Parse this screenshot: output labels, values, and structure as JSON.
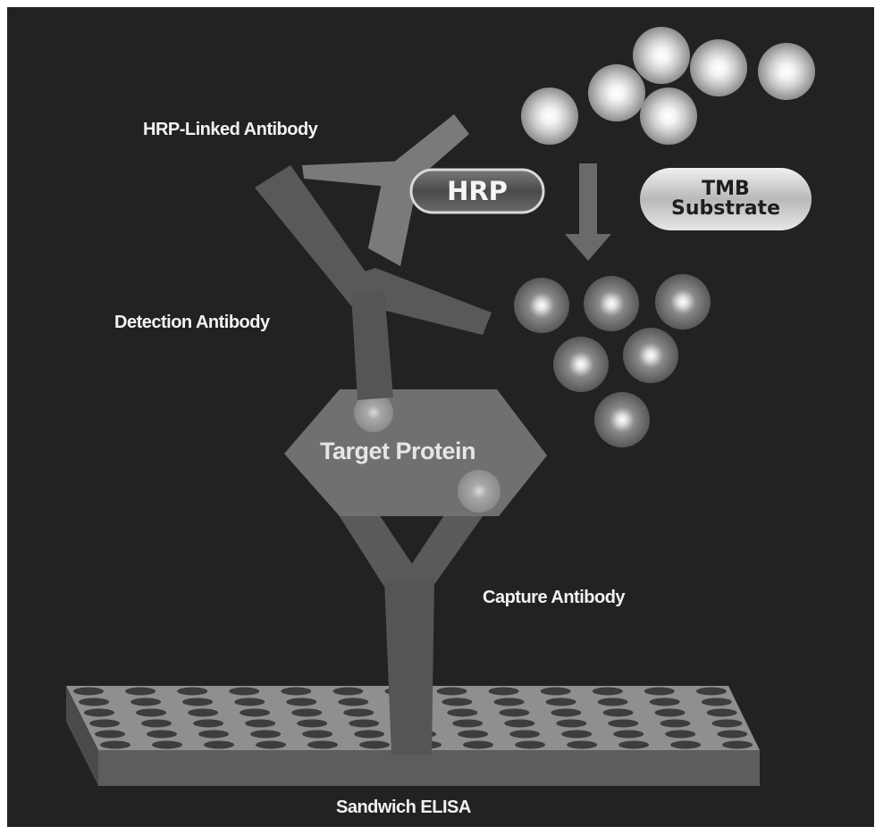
{
  "labels": {
    "hrp_linked_antibody": "HRP-Linked Antibody",
    "detection_antibody": "Detection Antibody",
    "target_protein": "Target Protein",
    "capture_antibody": "Capture Antibody",
    "footer": "Sandwich ELISA"
  },
  "badges": {
    "hrp": "HRP",
    "tmb_line1": "TMB",
    "tmb_line2": "Substrate"
  },
  "colors": {
    "background": "#222222",
    "antibody": "#5a5a5a",
    "hrp_antibody": "#7c7c7c",
    "protein": "#6f6f6f",
    "plate_top": "#8f8f8f",
    "plate_side": "#5d5d5d"
  }
}
